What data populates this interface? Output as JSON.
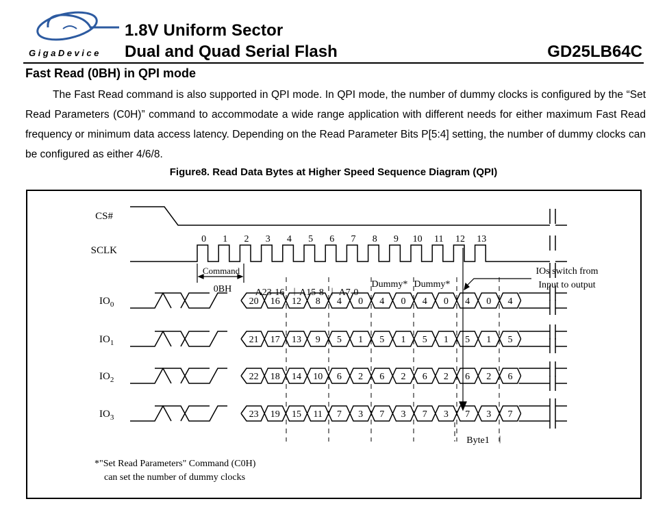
{
  "header": {
    "logo_text": "GigaDevice",
    "title_line1": "1.8V Uniform Sector",
    "title_line2": "Dual and Quad Serial Flash",
    "part_number": "GD25LB64C"
  },
  "section": {
    "heading": "Fast Read (0BH) in QPI mode",
    "paragraph": "The Fast Read command is also supported in QPI mode. In QPI mode, the number of dummy clocks is configured by the “Set Read Parameters (C0H)” command to accommodate a wide range application with different needs for either maximum Fast Read frequency or minimum data access latency. Depending on the Read Parameter Bits P[5:4] setting, the number of dummy clocks can be configured as either 4/6/8."
  },
  "figure": {
    "caption": "Figure8. Read Data Bytes at Higher Speed Sequence Diagram (QPI)",
    "signals": {
      "cs": "CS#",
      "sclk": "SCLK",
      "io": [
        "IO",
        "IO",
        "IO",
        "IO"
      ],
      "io_sub": [
        "0",
        "1",
        "2",
        "3"
      ]
    },
    "clock_numbers": [
      "0",
      "1",
      "2",
      "3",
      "4",
      "5",
      "6",
      "7",
      "8",
      "9",
      "10",
      "11",
      "12",
      "13"
    ],
    "labels": {
      "command": "Command",
      "opcode": "0BH",
      "addr_hi": "A23-16",
      "addr_mid": "A15-8",
      "addr_lo": "A7-0",
      "dummy1": "Dummy*",
      "dummy2": "Dummy*",
      "switch_line1": "IOs switch from",
      "switch_line2": "Input to output",
      "byte1": "Byte1",
      "note_line1": "*\"Set Read Parameters\" Command (C0H)",
      "note_line2": "can set the number of dummy clocks"
    },
    "io_values": [
      [
        "20",
        "16",
        "12",
        "8",
        "4",
        "0",
        "4",
        "0",
        "4",
        "0",
        "4",
        "0",
        "4"
      ],
      [
        "21",
        "17",
        "13",
        "9",
        "5",
        "1",
        "5",
        "1",
        "5",
        "1",
        "5",
        "1",
        "5"
      ],
      [
        "22",
        "18",
        "14",
        "10",
        "6",
        "2",
        "6",
        "2",
        "6",
        "2",
        "6",
        "2",
        "6"
      ],
      [
        "23",
        "19",
        "15",
        "11",
        "7",
        "3",
        "7",
        "3",
        "7",
        "3",
        "7",
        "3",
        "7"
      ]
    ]
  }
}
